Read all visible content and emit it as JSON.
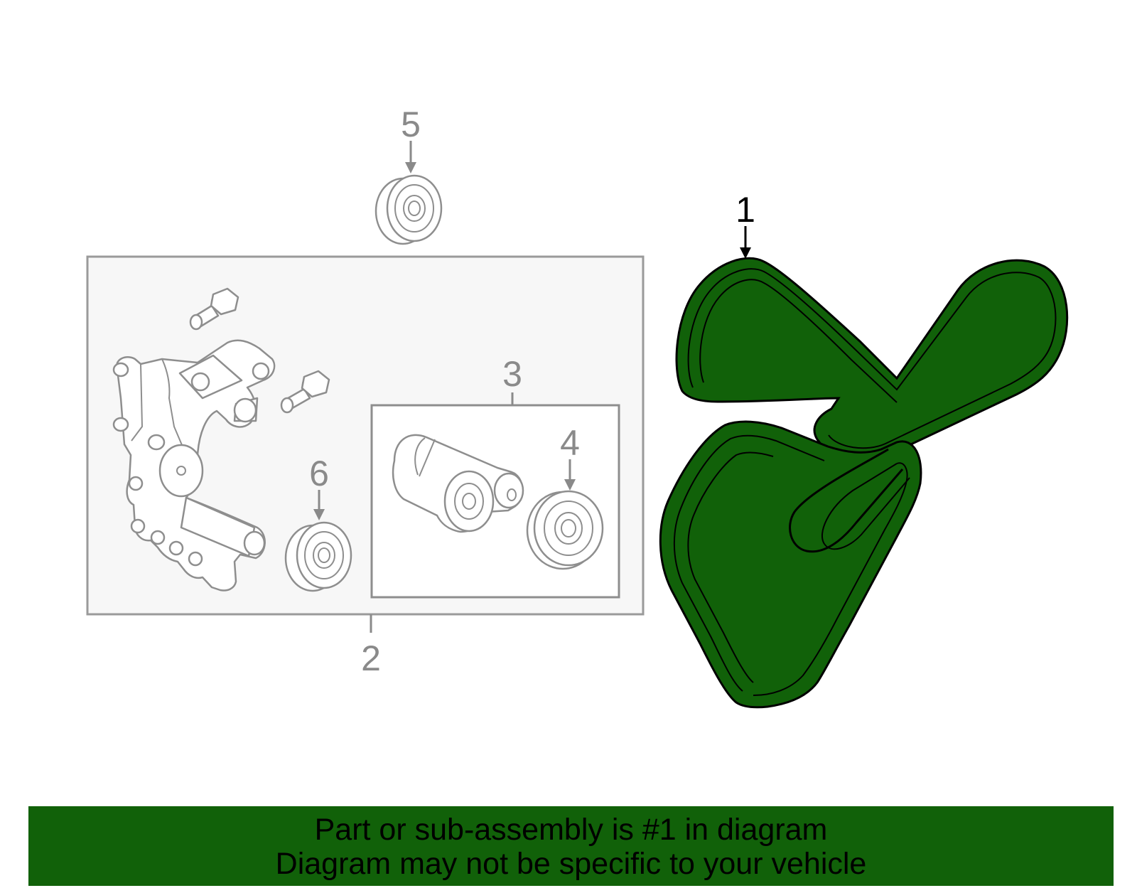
{
  "diagram": {
    "callouts": [
      "1",
      "2",
      "3",
      "4",
      "5",
      "6"
    ],
    "highlighted_part": "1",
    "colors": {
      "highlight_fill": "#116109",
      "line_gray": "#8e8e8e",
      "box_fill": "#f7f7f7",
      "banner_bg": "#116109"
    }
  },
  "banner": {
    "line1": "Part or sub-assembly is #1 in diagram",
    "line2": "Diagram may not be specific to your vehicle"
  }
}
